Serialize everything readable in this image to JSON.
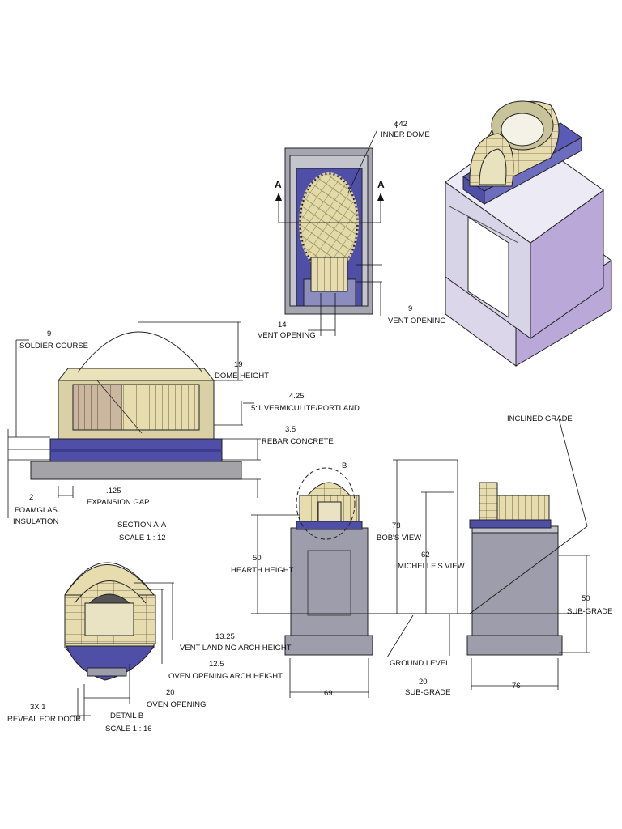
{
  "top_view": {
    "diameter": "ϕ42",
    "inner_dome": "INNER DOME",
    "section_mark_left": "A",
    "section_mark_right": "A",
    "vent_opening_left_value": "14",
    "vent_opening_left_label": "VENT OPENING",
    "vent_opening_right_value": "9",
    "vent_opening_right_label": "VENT OPENING"
  },
  "section_aa": {
    "soldier_course_value": "9",
    "soldier_course_label": "SOLDIER COURSE",
    "dome_height_value": "19",
    "dome_height_label": "DOME HEIGHT",
    "vermiculite_value": "4.25",
    "vermiculite_label": "5:1 VERMICULITE/PORTLAND",
    "rebar_value": "3.5",
    "rebar_label": "REBAR CONCRETE",
    "foamglas_value": "2",
    "foamglas_label_1": "FOAMGLAS",
    "foamglas_label_2": "INSULATION",
    "expansion_value": ".125",
    "expansion_label": "EXPANSION GAP",
    "title": "SECTION A-A",
    "scale": "SCALE 1 : 12"
  },
  "side_view": {
    "inclined_grade": "INCLINED GRADE",
    "detail_marker": "B",
    "bobs_view_value": "78",
    "bobs_view_label": "BOB'S VIEW",
    "michelles_view_value": "62",
    "michelles_view_label": "MICHELLE'S VIEW",
    "hearth_height_value": "50",
    "hearth_height_label": "HEARTH HEIGHT",
    "sub_grade_right_value": "50",
    "sub_grade_right_label": "SUB-GRADE",
    "ground_level": "GROUND LEVEL",
    "sub_grade_value": "20",
    "sub_grade_label": "SUB-GRADE",
    "width_left": "69",
    "width_right": "76"
  },
  "detail_b": {
    "vent_arch_value": "13.25",
    "vent_arch_label": "VENT LANDING ARCH HEIGHT",
    "oven_arch_value": "12.5",
    "oven_arch_label": "OVEN OPENING ARCH HEIGHT",
    "oven_opening_value": "20",
    "oven_opening_label": "OVEN OPENING",
    "reveal_value": "3X 1",
    "reveal_label": "REVEAL FOR DOOR",
    "title": "DETAIL B",
    "scale": "SCALE 1 : 16"
  },
  "colors": {
    "brick": "#e6dcae",
    "insulation_blue": "#4f4fa8",
    "concrete_gray": "#9d9dab",
    "iso_lilac": "#b9a8d8"
  }
}
